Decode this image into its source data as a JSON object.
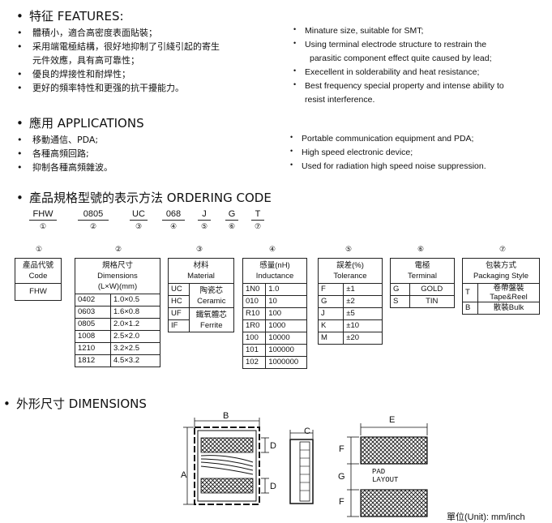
{
  "features": {
    "heading": "特征 FEATURES",
    "zh": [
      "體積小，適合高密度表面貼裝；",
      "采用端電極結構，很好地抑制了引綫引起的寄生",
      "元件效應，具有高可靠性；",
      "優良的焊接性和耐焊性；",
      "更好的頻率特性和更强的抗干擾能力。"
    ],
    "en": [
      "Minature size, suitable for SMT;",
      "Using terminal electrode structure to restrain the",
      "parasitic component effect quite caused by lead;",
      "Execellent in solderability and heat resistance;",
      "Best frequency special property and intense ability to",
      "resist interference."
    ]
  },
  "applications": {
    "heading": "應用 APPLICATIONS",
    "zh": [
      "移動通信、PDA;",
      "各種高頻回路;",
      "抑制各種高頻雜波。"
    ],
    "en": [
      "Portable communication equipment and PDA;",
      "High speed electronic device;",
      "Used for radiation high speed noise suppression."
    ]
  },
  "ordering": {
    "heading": "產品規格型號的表示方法 ORDERING CODE",
    "segments": [
      {
        "code": "FHW",
        "num": "①"
      },
      {
        "code": "0805",
        "num": "②"
      },
      {
        "code": "UC",
        "num": "③"
      },
      {
        "code": "068",
        "num": "④"
      },
      {
        "code": "J",
        "num": "⑤"
      },
      {
        "code": "G",
        "num": "⑥"
      },
      {
        "code": "T",
        "num": "⑦"
      }
    ],
    "tables": {
      "code": {
        "num": "①",
        "h1": "產品代號",
        "h2": "Code",
        "value": "FHW"
      },
      "dimensions": {
        "num": "②",
        "h1": "規格尺寸",
        "h2": "Dimensions",
        "h3": "(L×W)(mm)",
        "rows": [
          [
            "0402",
            "1.0×0.5"
          ],
          [
            "0603",
            "1.6×0.8"
          ],
          [
            "0805",
            "2.0×1.2"
          ],
          [
            "1008",
            "2.5×2.0"
          ],
          [
            "1210",
            "3.2×2.5"
          ],
          [
            "1812",
            "4.5×3.2"
          ]
        ]
      },
      "material": {
        "num": "③",
        "h1": "材料",
        "h2": "Material",
        "rows": [
          [
            "UC",
            "陶瓷芯",
            "Ceramic"
          ],
          [
            "HC",
            ""
          ],
          [
            "UF",
            "鐵氧體芯",
            "Ferrite"
          ],
          [
            "IF",
            ""
          ]
        ]
      },
      "inductance": {
        "num": "④",
        "h1": "感量(nH)",
        "h2": "Inductance",
        "rows": [
          [
            "1N0",
            "1.0"
          ],
          [
            "010",
            "10"
          ],
          [
            "R10",
            "100"
          ],
          [
            "1R0",
            "1000"
          ],
          [
            "100",
            "10000"
          ],
          [
            "101",
            "100000"
          ],
          [
            "102",
            "1000000"
          ]
        ]
      },
      "tolerance": {
        "num": "⑤",
        "h1": "誤差(%)",
        "h2": "Tolerance",
        "rows": [
          [
            "F",
            "±1"
          ],
          [
            "G",
            "±2"
          ],
          [
            "J",
            "±5"
          ],
          [
            "K",
            "±10"
          ],
          [
            "M",
            "±20"
          ]
        ]
      },
      "terminal": {
        "num": "⑥",
        "h1": "電極",
        "h2": "Terminal",
        "rows": [
          [
            "G",
            "GOLD"
          ],
          [
            "S",
            "TIN"
          ]
        ]
      },
      "packaging": {
        "num": "⑦",
        "h1": "包裝方式",
        "h2": "Packaging Style",
        "rows": [
          [
            "T",
            "卷帶盤裝",
            "Tape&Reel"
          ],
          [
            "B",
            "散裝Bulk",
            ""
          ]
        ]
      }
    }
  },
  "dimensions": {
    "heading": "外形尺寸 DIMENSIONS",
    "labels": {
      "A": "A",
      "B": "B",
      "C": "C",
      "D": "D",
      "E": "E",
      "F": "F",
      "G": "G"
    },
    "pad_layout": [
      "PAD",
      "LAYOUT"
    ],
    "unit": "單位(Unit): mm/inch"
  },
  "colors": {
    "ink": "#111111"
  }
}
